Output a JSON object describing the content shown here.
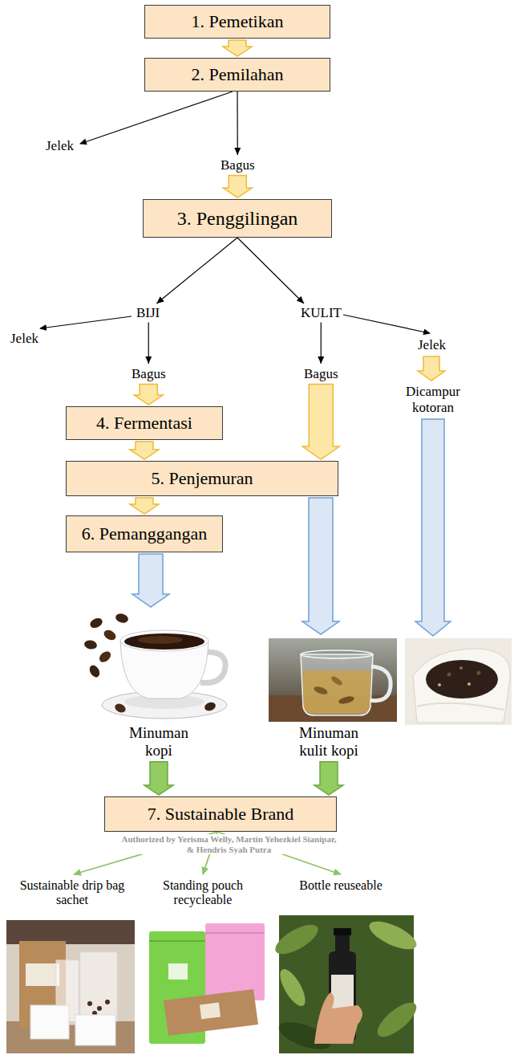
{
  "diagram": {
    "nodes": [
      {
        "text": [
          "1. Pemetikan"
        ]
      },
      {
        "text": [
          "2. Pemilahan"
        ]
      },
      {
        "text": [
          "3. Penggilingan"
        ]
      },
      {
        "text": [
          "4. Fermentasi"
        ]
      },
      {
        "text": [
          "5. Penjemuran"
        ]
      },
      {
        "text": [
          "6. Pemanggangan"
        ]
      },
      {
        "text": [
          "7. Sustainable Brand"
        ]
      }
    ],
    "edges": [
      {
        "from": 0,
        "to": 1,
        "arrow": "to"
      },
      {
        "from": 1,
        "to": 2,
        "arrow": "to",
        "label": "Bagus"
      },
      {
        "from": 2,
        "to": 3,
        "arrow": "to",
        "label": "Bagus"
      },
      {
        "from": 2,
        "to": 4,
        "arrow": "to",
        "label": "Bagus"
      },
      {
        "from": 3,
        "to": 4,
        "arrow": "to"
      },
      {
        "from": 4,
        "to": 5,
        "arrow": "to"
      },
      {
        "from": 5,
        "to": 6,
        "arrow": "to",
        "label": "Minuman kopi"
      },
      {
        "from": 4,
        "to": 6,
        "arrow": "to",
        "label": "Minuman kulit kopi"
      }
    ],
    "labels": [
      "Jelek",
      "BIJI",
      "KULIT",
      "Jelek",
      "Jelek",
      "Dicampur kotoran",
      "Authorized by Yerisma Welly, Martin Yehezkiel Sianipar, & Hendris Syah Putra",
      "Sustainable drip bag sachet",
      "Standing pouch recycleable",
      "Bottle reuseable"
    ]
  }
}
